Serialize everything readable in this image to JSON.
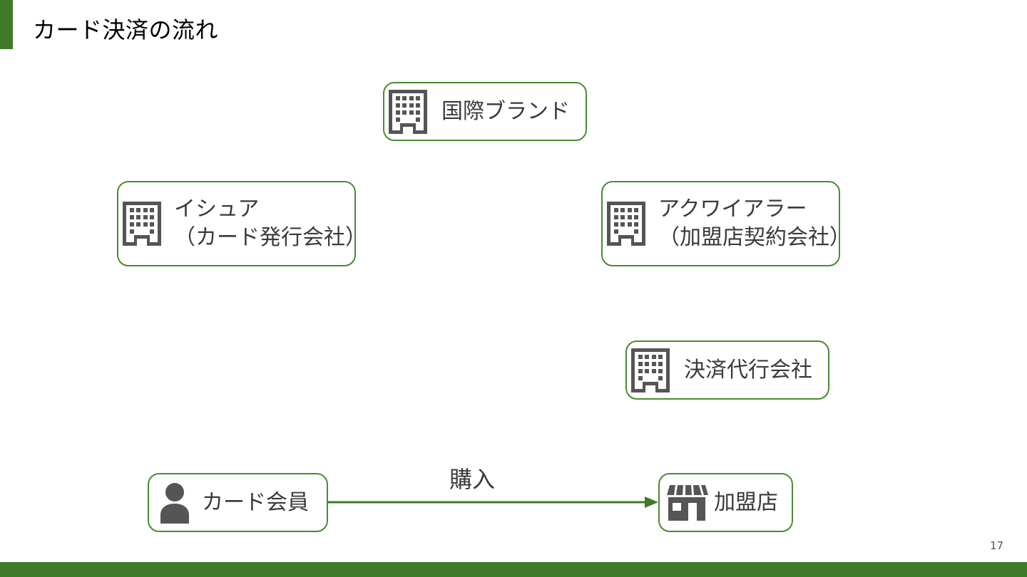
{
  "slide": {
    "title": "カード決済の流れ",
    "page_number": "17"
  },
  "colors": {
    "accent": "#3f7a2a",
    "border": "#4a8a33",
    "icon": "#555555"
  },
  "nodes": {
    "brand": {
      "icon": "building-icon",
      "lines": [
        "国際ブランド"
      ]
    },
    "issuer": {
      "icon": "building-icon",
      "lines": [
        "イシュア",
        "（カード発行会社）"
      ]
    },
    "acquirer": {
      "icon": "building-icon",
      "lines": [
        "アクワイアラー",
        "（加盟店契約会社）"
      ]
    },
    "psp": {
      "icon": "building-icon",
      "lines": [
        "決済代行会社"
      ]
    },
    "member": {
      "icon": "person-icon",
      "lines": [
        "カード会員"
      ]
    },
    "merchant": {
      "icon": "store-icon",
      "lines": [
        "加盟店"
      ]
    }
  },
  "edges": [
    {
      "from": "member",
      "to": "merchant",
      "label": "購入"
    }
  ]
}
